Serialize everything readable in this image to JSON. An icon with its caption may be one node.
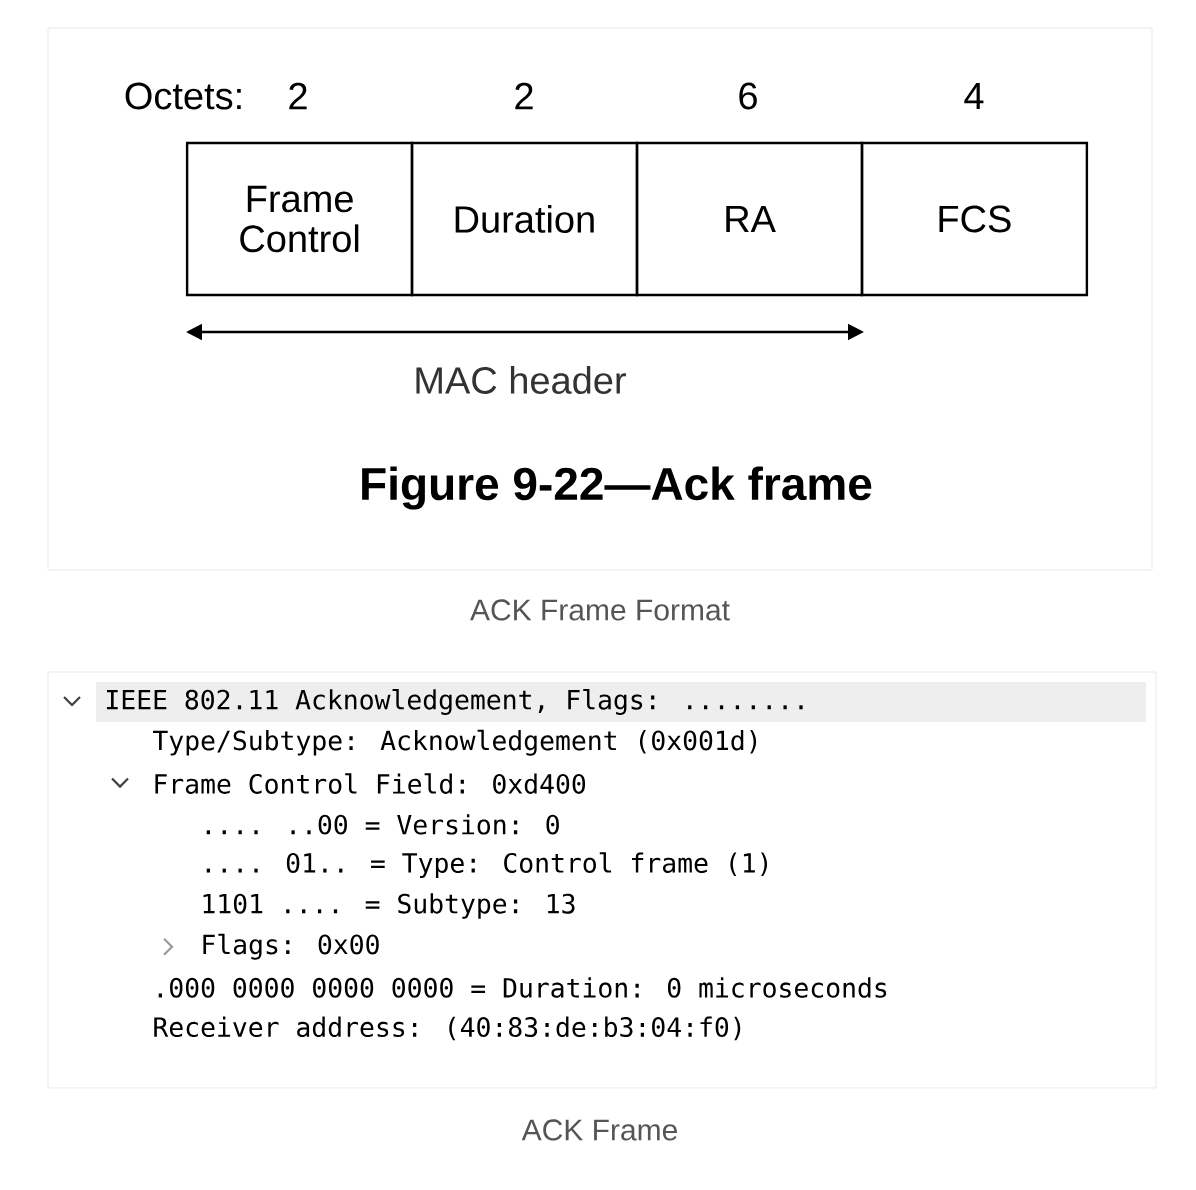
{
  "diagram": {
    "nodes": [
      {
        "text": [
          "Frame Control"
        ]
      },
      {
        "text": [
          "Duration"
        ]
      },
      {
        "text": [
          "RA"
        ]
      },
      {
        "text": [
          "FCS"
        ]
      }
    ],
    "edges": [],
    "labels": [
      "Octets:",
      "2",
      "2",
      "6",
      "4",
      "MAC header",
      "Figure 9-22—Ack frame",
      "ACK Frame Format",
      "IEEE 802.11 Acknowledgement, Flags: ........",
      "Type/Subtype: Acknowledgement (0x001d)",
      "Frame Control Field: 0xd400",
      ".... ..00 = Version: 0",
      ".... 01.. = Type: Control frame (1)",
      "1101 .... = Subtype: 13",
      "Flags: 0x00",
      ".000 0000 0000 0000 = Duration: 0 microseconds",
      "Receiver address: (40:83:de:b3:04:f0)",
      "ACK Frame"
    ]
  }
}
